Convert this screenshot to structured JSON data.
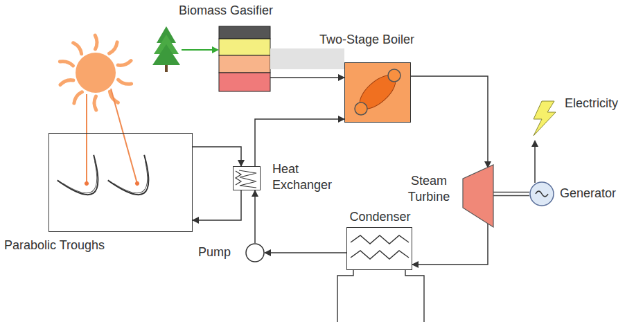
{
  "diagram": {
    "nodes": [
      {
        "text": [
          "Biomass Gasifier"
        ]
      },
      {
        "text": [
          "Two-Stage Boiler"
        ]
      },
      {
        "text": [
          "Parabolic Troughs"
        ]
      },
      {
        "text": [
          "Heat Exchanger"
        ]
      },
      {
        "text": [
          "Steam Turbine"
        ]
      },
      {
        "text": [
          "Generator"
        ]
      },
      {
        "text": [
          "Pump"
        ]
      },
      {
        "text": [
          "Condenser"
        ]
      }
    ],
    "edges": [
      {
        "from": 0,
        "to": 1,
        "arrow": "to"
      },
      {
        "from": 1,
        "to": 4,
        "arrow": "to"
      },
      {
        "from": 4,
        "to": 7,
        "arrow": "to"
      },
      {
        "from": 7,
        "to": 6,
        "arrow": "to"
      },
      {
        "from": 6,
        "to": 3,
        "arrow": "to"
      },
      {
        "from": 3,
        "to": 1,
        "arrow": "to"
      },
      {
        "from": 2,
        "to": 3,
        "arrow": "to"
      },
      {
        "from": 3,
        "to": 2,
        "arrow": "to"
      },
      {
        "from": 4,
        "to": 5,
        "arrow": "none"
      }
    ],
    "labels": [
      "Electricity"
    ]
  }
}
